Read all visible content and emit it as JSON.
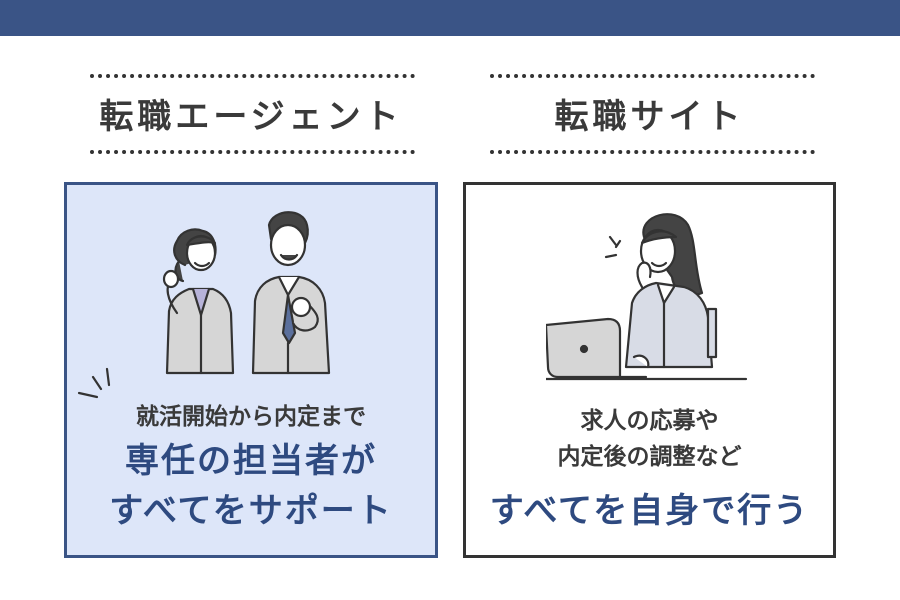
{
  "colors": {
    "navy": "#3a5486",
    "text": "#3a3a3a",
    "accent_text": "#2e4a80",
    "left_bg": "#dde6f9"
  },
  "left": {
    "title": "転職エージェント",
    "intro": "就活開始から内定まで",
    "main_line1": "専任の担当者が",
    "main_line2": "すべてをサポート",
    "illustration": "two-business-people-cheering-icon"
  },
  "right": {
    "title": "転職サイト",
    "line1": "求人の応募や",
    "line2": "内定後の調整など",
    "main_line": "すべてを自身で行う",
    "illustration": "woman-on-phone-with-laptop-icon"
  }
}
